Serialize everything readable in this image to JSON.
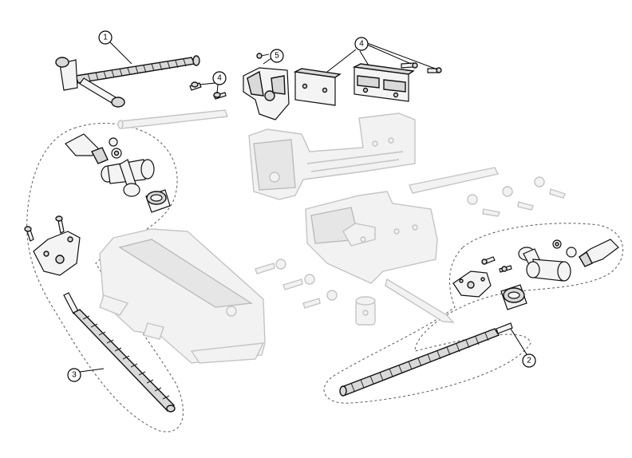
{
  "callouts": {
    "c1": "1",
    "c2": "2",
    "c3": "3",
    "c4a": "4",
    "c4b": "4",
    "c5": "5"
  }
}
